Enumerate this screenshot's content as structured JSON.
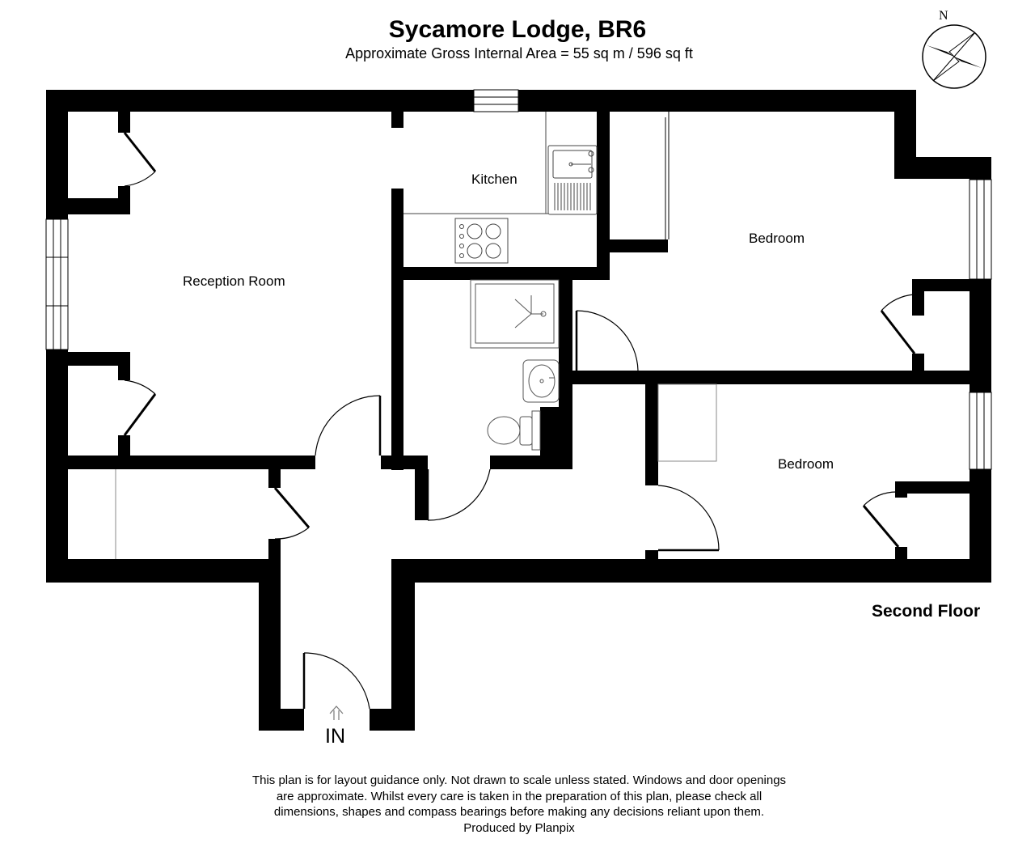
{
  "header": {
    "title": "Sycamore Lodge, BR6",
    "subtitle": "Approximate Gross Internal Area = 55 sq m / 596 sq ft"
  },
  "compass": {
    "label": "N"
  },
  "rooms": {
    "reception": "Reception Room",
    "kitchen": "Kitchen",
    "bedroom_1": "Bedroom",
    "bedroom_2": "Bedroom"
  },
  "floor_label": "Second Floor",
  "entrance_label": "IN",
  "disclaimer": {
    "line1": "This plan is for layout guidance only. Not drawn to scale unless stated. Windows and door openings",
    "line2": "are approximate. Whilst every care is taken in the preparation of this plan, please check all",
    "line3": "dimensions, shapes and compass bearings before making any decisions reliant upon them.",
    "line4": "Produced by Planpix"
  },
  "colors": {
    "wall": "#000000",
    "background": "#ffffff",
    "fixture": "#666666"
  }
}
